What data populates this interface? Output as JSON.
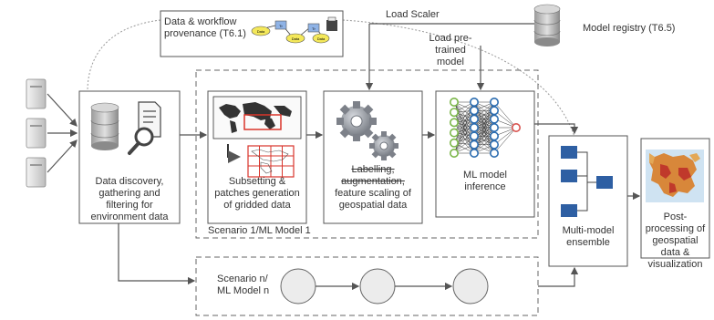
{
  "provenance": {
    "label": "Data & workflow provenance (T6.1)",
    "node_labels": [
      "Data",
      "Tr",
      "Data",
      "Tr",
      "Data"
    ]
  },
  "load_scaler": "Load Scaler",
  "load_pretrained": "Load pre-trained model",
  "model_registry": "Model registry (T6.5)",
  "discovery": {
    "label": "Data discovery, gathering and filtering for environment data"
  },
  "subsetting": {
    "label": "Subsetting & patches generation of gridded data"
  },
  "labelling": {
    "struck_text": "Labelling, augmentation,",
    "text": "feature scaling of geospatial data"
  },
  "ml_inference": {
    "label": "ML model inference"
  },
  "scenario1": {
    "label": "Scenario 1/ML Model 1"
  },
  "scenario_n": {
    "label": "Scenario n/ ML Model n"
  },
  "ensemble": {
    "label": "Multi-model ensemble"
  },
  "postprocessing": {
    "label": "Post-processing of geospatial data & visualization"
  },
  "colors": {
    "box_stroke": "#555555",
    "ensemble_blue": "#2e5fa3",
    "nn_green": "#7ab648",
    "nn_blue": "#2b6cb0",
    "nn_red": "#d9534f",
    "provenance_yellow": "#f4e85a",
    "provenance_blue": "#8fb3e6",
    "grid_red": "#d9342b",
    "gear_gray": "#8b8f96",
    "circle_fill": "#ececec"
  }
}
